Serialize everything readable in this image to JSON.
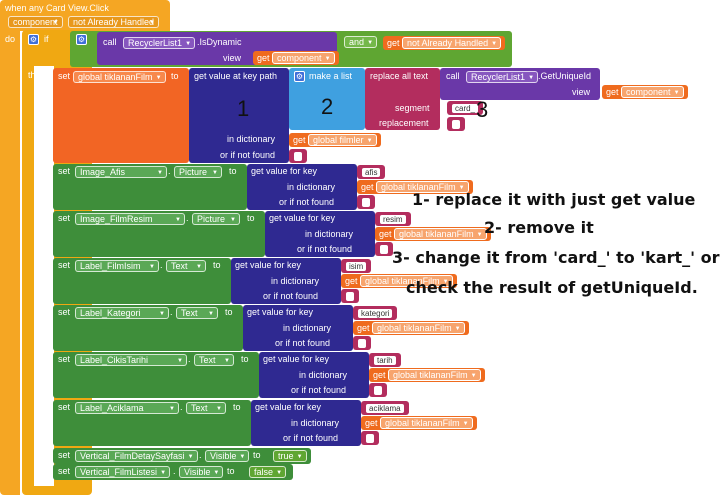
{
  "event": {
    "title": "when any Card View.Click",
    "param_component": "component",
    "param_handled": "not Already Handled",
    "do_label": "do"
  },
  "if_block": {
    "if_label": "if",
    "then_label": "then",
    "call_label": "call",
    "call_component": "RecyclerList1",
    "call_method": ".IsDynamic",
    "view_label": "view",
    "get_label": "get",
    "get_component": "component",
    "and_label": "and",
    "get_not_handled": "not Already Handled"
  },
  "set_global": {
    "set_label": "set",
    "var": "global tiklananFilm",
    "to_label": "to",
    "get_value_key_path": "get value at key path",
    "make_list": "make a list",
    "replace_all_text": "replace all text",
    "call_label": "call",
    "call_component": "RecyclerList1",
    "call_method": ".GetUniqueId",
    "view_label": "view",
    "get_label": "get",
    "get_component": "component",
    "segment_label": "segment",
    "segment_value": "card_",
    "replacement_label": "replacement",
    "replacement_value": "",
    "in_dictionary": "in dictionary",
    "dict_get": "get",
    "dict_value": "global filmler",
    "or_if_not_found": "or if not found",
    "not_found_value": ""
  },
  "setters": [
    {
      "component": "Image_Afis",
      "property": "Picture",
      "key": "afis",
      "dict": "global tiklananFilm"
    },
    {
      "component": "Image_FilmResim",
      "property": "Picture",
      "key": "resim",
      "dict": "global tiklananFilm"
    },
    {
      "component": "Label_FilmIsim",
      "property": "Text",
      "key": "isim",
      "dict": "global tiklananFilm"
    },
    {
      "component": "Label_Kategori",
      "property": "Text",
      "key": "kategori",
      "dict": "global tiklananFilm"
    },
    {
      "component": "Label_CikisTarihi",
      "property": "Text",
      "key": "tarih",
      "dict": "global tiklananFilm"
    },
    {
      "component": "Label_Aciklama",
      "property": "Text",
      "key": "aciklama",
      "dict": "global tiklananFilm"
    }
  ],
  "setter_labels": {
    "set": "set",
    "to": "to",
    "dot": ".",
    "get_value_for_key": "get value for key",
    "in_dictionary": "in dictionary",
    "get": "get",
    "or_if_not_found": "or if not found"
  },
  "visible_setters": [
    {
      "component": "Vertical_FilmDetaySayfasi",
      "property": "Visible",
      "value": "true"
    },
    {
      "component": "Vertical_FilmListesi",
      "property": "Visible",
      "value": "false"
    }
  ],
  "markers": {
    "one": "1",
    "two": "2",
    "three": "3"
  },
  "annotations": {
    "line1": "1- replace it with just get value",
    "line2": "2- remove it",
    "line3": "3- change it from 'card_' to 'kart_' or",
    "line4": "check the result of getUniqueId."
  },
  "colors": {
    "event_orange": "#f5a623",
    "control_gold": "#f0a812",
    "logic_green": "#5fa632",
    "component_purple": "#6a38a8",
    "component_green": "#3e8e3a",
    "variable_orange": "#ef6b1e",
    "dictionary_navy": "#2f2991",
    "list_blue": "#3fa0e0",
    "text_maroon": "#b32d5e"
  }
}
